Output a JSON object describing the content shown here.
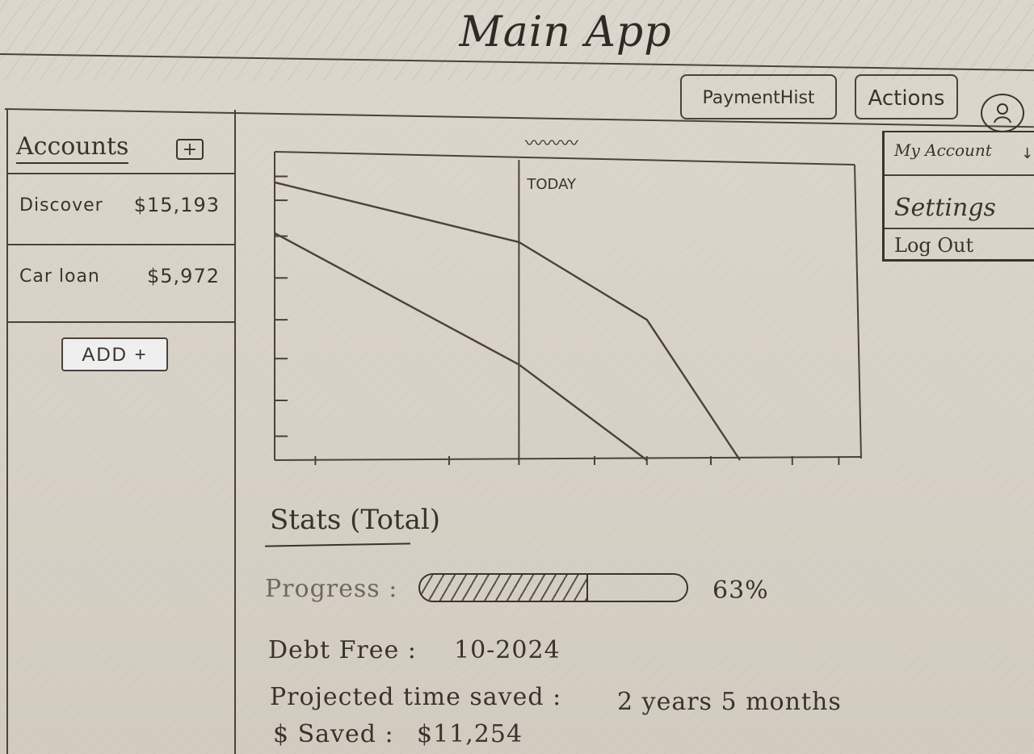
{
  "header": {
    "title": "Main App",
    "buttons": {
      "payment_history": "PaymentHist",
      "actions": "Actions"
    },
    "avatar_icon": "user-icon"
  },
  "sidebar": {
    "title": "Accounts",
    "add_icon_label": "+",
    "accounts": [
      {
        "name": "Discover",
        "amount": "$15,193"
      },
      {
        "name": "Car loan",
        "amount": "$5,972"
      }
    ],
    "add_button_label": "ADD +"
  },
  "dropdown": {
    "items": [
      "My Account",
      "Settings",
      "Log Out"
    ],
    "arrow": "↓"
  },
  "chart_data": {
    "type": "line",
    "annotations": [
      "TODAY"
    ],
    "today_x": 0.42,
    "series": [
      {
        "points": [
          [
            0,
            0.93
          ],
          [
            0.42,
            0.73
          ],
          [
            0.64,
            0.47
          ],
          [
            0.8,
            0
          ]
        ]
      },
      {
        "points": [
          [
            0,
            0.76
          ],
          [
            0.42,
            0.32
          ],
          [
            0.64,
            0
          ]
        ]
      }
    ],
    "xlim": [
      0,
      1
    ],
    "ylim": [
      0,
      1
    ],
    "x_ticks": [
      0.07,
      0.3,
      0.42,
      0.55,
      0.64,
      0.75,
      0.89,
      0.97
    ],
    "y_ticks": [
      0.08,
      0.2,
      0.34,
      0.47,
      0.61,
      0.75,
      0.87,
      0.95
    ],
    "grid": false
  },
  "stats": {
    "title": "Stats (Total)",
    "progress": {
      "label": "Progress :",
      "value": 0.63,
      "text": "63%"
    },
    "debt_free": {
      "label": "Debt Free :",
      "value": "10-2024"
    },
    "time_saved": {
      "label": "Projected time saved :",
      "value": "2 years 5 months"
    },
    "money_saved": {
      "label": "$ Saved :",
      "value": "$11,254"
    }
  }
}
